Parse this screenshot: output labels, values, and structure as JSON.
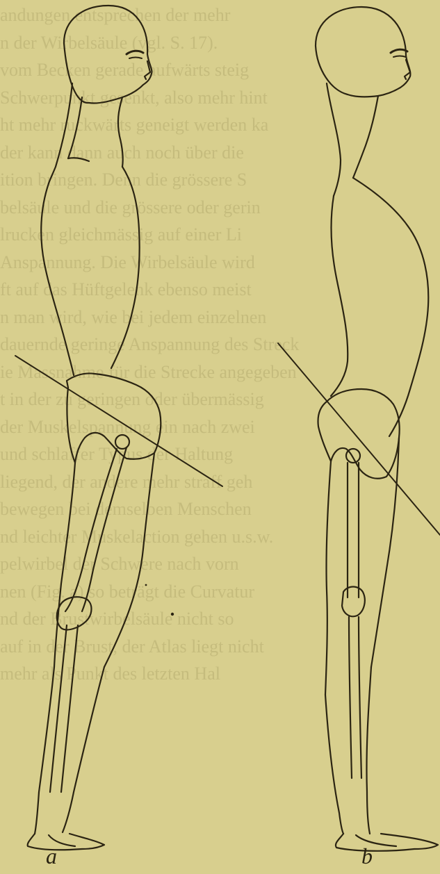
{
  "figures": {
    "left_label": "a",
    "right_label": "b"
  },
  "colors": {
    "paper": "#d8cf8e",
    "ink": "#2b2412",
    "bleed_through": "#b7ad70"
  },
  "bleed_through_text": [
    "andungen entsprechen der mehr",
    "n der Wirbelsäule (vgl. S. 17).",
    "vom Becken gerade aufwärts steig",
    "Schwerpunkt gesenkt, also mehr hint",
    "ht mehr ruckwärts geneigt werden ka",
    "der kann dann auch noch über die",
    "ition bringen. Denn die grössere S",
    "belsäule und die grössere oder gerin",
    "lrucken gleichmässig auf einer Li",
    "Anspannung. Die Wirbelsäule wird",
    "ft auf das Hüftgelenk ebenso meist",
    "n man wird, wie bei jedem einzelnen",
    "dauernde geringe Anspannung des Streck",
    "ie Massnahme für die Strecke angegeben",
    "t in der zu geringen oder übermässig",
    "der Muskelspannung ein nach zwei",
    "und schlaffer Typus der Haltung",
    "liegend, der andere mehr straff geh",
    "bewegen bei demselben Menschen",
    "nd leichter Muskelaction gehen u.s.w.",
    "pelwirbel der Schwere nach vorn",
    "nen (Fig. a) so beträgt die Curvatur",
    "nd der Brustwirbelsäule nicht so",
    "auf in der Brust, der Atlas liegt nicht",
    "mehr als Punkt des letzten Hal"
  ]
}
